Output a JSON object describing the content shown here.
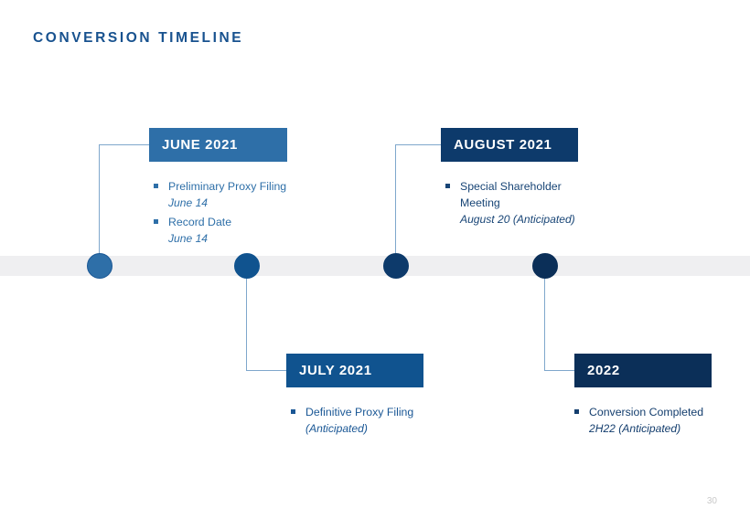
{
  "slide": {
    "title": "CONVERSION TIMELINE",
    "page_number": "30",
    "title_color": "#18528F",
    "timeline_bar_color": "#EFEFF1",
    "connector_color": "#7FA7CC"
  },
  "milestones": [
    {
      "id": "june-2021",
      "header": "JUNE 2021",
      "header_bg": "#2E6FA8",
      "node_fill": "#2E6FA8",
      "node_border": "#1A5795",
      "position": "above",
      "items": [
        {
          "text": "Preliminary  Proxy Filing",
          "sub": "June 14"
        },
        {
          "text": "Record Date",
          "sub": "June 14"
        }
      ]
    },
    {
      "id": "july-2021",
      "header": "JULY 2021",
      "header_bg": "#10538F",
      "node_fill": "#10538F",
      "node_border": "#10538F",
      "position": "below",
      "items": [
        {
          "text": "Definitive Proxy Filing",
          "sub": "(Anticipated)"
        }
      ]
    },
    {
      "id": "august-2021",
      "header": "AUGUST 2021",
      "header_bg": "#0D3A6B",
      "node_fill": "#0D3A6B",
      "node_border": "#0D3A6B",
      "position": "above",
      "items": [
        {
          "text": "Special Shareholder Meeting",
          "sub": "August 20 (Anticipated)"
        }
      ]
    },
    {
      "id": "2022",
      "header": "2022",
      "header_bg": "#0B2F58",
      "node_fill": "#0B2F58",
      "node_border": "#0B2F58",
      "position": "below",
      "items": [
        {
          "text": "Conversion Completed",
          "sub": "2H22 (Anticipated)"
        }
      ]
    }
  ]
}
